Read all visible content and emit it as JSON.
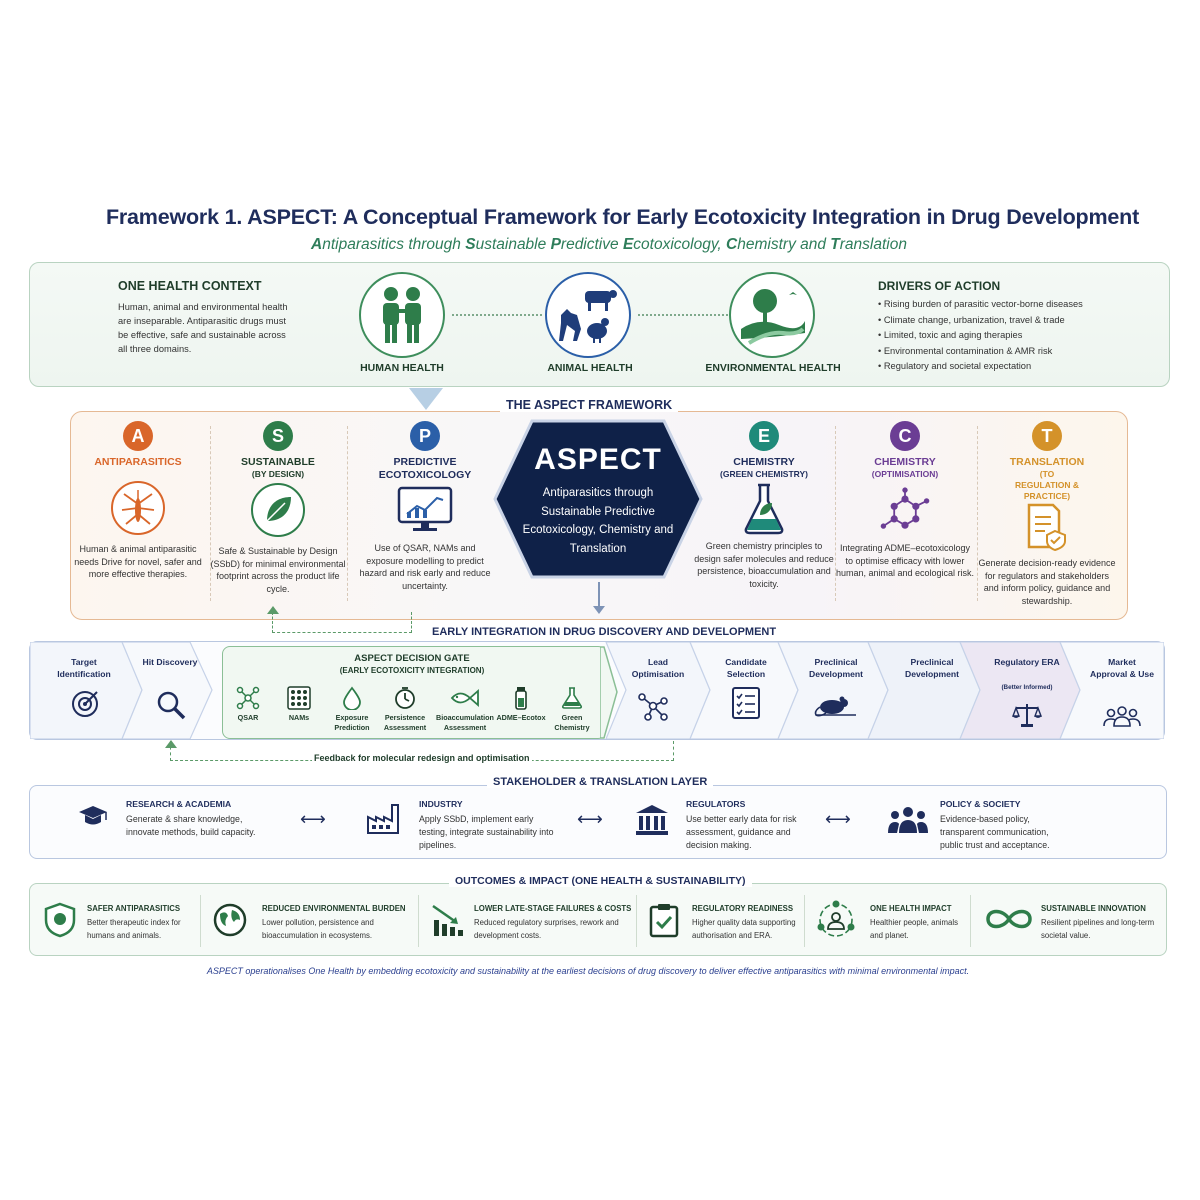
{
  "title": "Framework 1. ASPECT: A Conceptual Framework for Early Ecotoxicity Integration in Drug Development",
  "subtitle_parts": [
    {
      "initial": "A",
      "rest": "ntiparasitics through "
    },
    {
      "initial": "S",
      "rest": "ustainable "
    },
    {
      "initial": "P",
      "rest": "redictive "
    },
    {
      "initial": "E",
      "rest": "cotoxicology, "
    },
    {
      "initial": "C",
      "rest": "hemistry and "
    },
    {
      "initial": "T",
      "rest": "ranslation"
    }
  ],
  "one_health": {
    "context_title": "ONE HEALTH CONTEXT",
    "context_text": "Human, animal and environmental health are inseparable. Antiparasitic drugs must be effective, safe and sustainable across all three domains.",
    "domains": [
      {
        "label": "HUMAN HEALTH",
        "icon": "people-icon"
      },
      {
        "label": "ANIMAL HEALTH",
        "icon": "animals-icon"
      },
      {
        "label": "ENVIRONMENTAL HEALTH",
        "icon": "landscape-icon"
      }
    ],
    "drivers_title": "DRIVERS OF ACTION",
    "drivers": [
      "Rising burden of parasitic vector-borne diseases",
      "Climate change, urbanization, travel & trade",
      "Limited, toxic and aging therapies",
      "Environmental contamination & AMR risk",
      "Regulatory and societal expectation"
    ]
  },
  "framework": {
    "title": "THE ASPECT FRAMEWORK",
    "center_title": "ASPECT",
    "center_text": "Antiparasitics through Sustainable Predictive Ecotoxicology, Chemistry and Translation",
    "pillars": [
      {
        "letter": "A",
        "name": "ANTIPARASITICS",
        "sub": "",
        "color": "#d9662a",
        "icon": "mosquito-icon",
        "desc": "Human & animal antiparasitic needs Drive for novel, safer and more effective therapies."
      },
      {
        "letter": "S",
        "name": "SUSTAINABLE",
        "sub": "(BY DESIGN)",
        "color": "#2e7d4a",
        "icon": "leaf-icon",
        "desc": "Safe & Sustainable by Design (SSbD) for minimal environmental footprint across the product life cycle."
      },
      {
        "letter": "P",
        "name": "PREDICTIVE ECOTOXICOLOGY",
        "sub": "",
        "color": "#2b5fa8",
        "icon": "monitor-chart-icon",
        "desc": "Use of QSAR, NAMs and exposure modelling to predict hazard and risk early and reduce uncertainty."
      },
      {
        "letter": "E",
        "name": "CHEMISTRY",
        "sub": "(GREEN CHEMISTRY)",
        "color": "#1f8a7a",
        "icon": "flask-icon",
        "desc": "Green chemistry principles to design safer molecules and reduce persistence, bioaccumulation and toxicity."
      },
      {
        "letter": "C",
        "name": "CHEMISTRY",
        "sub": "(OPTIMISATION)",
        "color": "#6b3d94",
        "icon": "molecule-icon",
        "desc": "Integrating ADME–ecotoxicology to optimise efficacy with lower human, animal and ecological risk."
      },
      {
        "letter": "T",
        "name": "TRANSLATION",
        "sub": "(TO REGULATION & PRACTICE)",
        "color": "#d4922a",
        "icon": "document-check-icon",
        "desc": "Generate decision-ready evidence for regulators and stakeholders and inform policy, guidance and stewardship."
      }
    ]
  },
  "early_integration": {
    "title": "EARLY INTEGRATION IN DRUG DISCOVERY AND DEVELOPMENT",
    "stages": [
      {
        "label": "Target Identification",
        "icon": "target-icon"
      },
      {
        "label": "Hit Discovery",
        "icon": "magnifier-icon"
      },
      {
        "label": "Lead Optimisation",
        "icon": "molecule-icon"
      },
      {
        "label": "Candidate Selection",
        "icon": "checklist-icon"
      },
      {
        "label": "Preclinical Development",
        "icon": "mouse-icon"
      },
      {
        "label": "Preclinical Development",
        "icon": ""
      },
      {
        "label": "Regulatory ERA",
        "note": "(Better Informed)",
        "icon": "scales-icon"
      },
      {
        "label": "Market Approval & Use",
        "icon": "group-icon"
      }
    ],
    "gate": {
      "title": "ASPECT DECISION GATE",
      "subtitle": "(EARLY ECOTOXICITY INTEGRATION)",
      "items": [
        {
          "label": "QSAR",
          "icon": "network-icon"
        },
        {
          "label": "NAMs",
          "icon": "grid-icon"
        },
        {
          "label": "Exposure Prediction",
          "icon": "drop-icon"
        },
        {
          "label": "Persistence Assessment",
          "icon": "clock-icon"
        },
        {
          "label": "Bioaccumulation Assessment",
          "icon": "fish-icon"
        },
        {
          "label": "ADME–Ecotox",
          "icon": "vial-icon"
        },
        {
          "label": "Green Chemistry",
          "icon": "flask-icon"
        }
      ]
    },
    "feedback": "Feedback for molecular redesign and optimisation"
  },
  "stakeholders": {
    "title": "STAKEHOLDER & TRANSLATION LAYER",
    "items": [
      {
        "head": "RESEARCH & ACADEMIA",
        "text": "Generate & share knowledge, innovate methods, build capacity.",
        "icon": "graduation-cap-icon"
      },
      {
        "head": "INDUSTRY",
        "text": "Apply SSbD, implement early testing, integrate sustainability into pipelines.",
        "icon": "factory-icon"
      },
      {
        "head": "REGULATORS",
        "text": "Use better early data for risk assessment, guidance and decision making.",
        "icon": "building-icon"
      },
      {
        "head": "POLICY & SOCIETY",
        "text": "Evidence-based policy, transparent communication, public trust and acceptance.",
        "icon": "people-group-icon"
      }
    ],
    "arrow": "⟷"
  },
  "outcomes": {
    "title": "OUTCOMES & IMPACT (ONE HEALTH & SUSTAINABILITY)",
    "items": [
      {
        "head": "SAFER ANTIPARASITICS",
        "text": "Better therapeutic index for humans and animals.",
        "icon": "shield-icon"
      },
      {
        "head": "REDUCED ENVIRONMENTAL BURDEN",
        "text": "Lower pollution, persistence and bioaccumulation in ecosystems.",
        "icon": "globe-icon"
      },
      {
        "head": "LOWER LATE-STAGE FAILURES & COSTS",
        "text": "Reduced regulatory surprises, rework and development costs.",
        "icon": "bar-down-icon"
      },
      {
        "head": "REGULATORY READINESS",
        "text": "Higher quality data supporting authorisation and ERA.",
        "icon": "clipboard-check-icon"
      },
      {
        "head": "ONE HEALTH IMPACT",
        "text": "Healthier people, animals and planet.",
        "icon": "cycle-people-icon"
      },
      {
        "head": "SUSTAINABLE INNOVATION",
        "text": "Resilient pipelines and long-term societal value.",
        "icon": "infinity-icon"
      }
    ]
  },
  "footer": "ASPECT operationalises One Health by embedding ecotoxicity and sustainability at the earliest decisions of drug discovery to deliver effective antiparasitics with minimal environmental impact."
}
